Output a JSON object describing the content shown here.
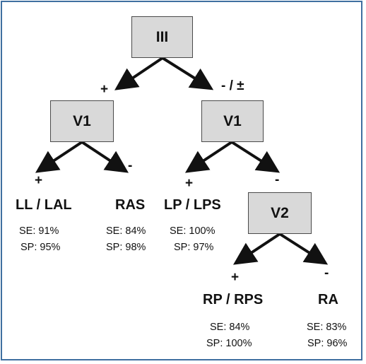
{
  "nodes": {
    "root": "III",
    "left": "V1",
    "right": "V1",
    "right_sub": "V2"
  },
  "signs": {
    "root_left": "+",
    "root_right": "- / ±",
    "v1a_left": "+",
    "v1a_right": "-",
    "v1b_left": "+",
    "v1b_right": "-",
    "v2_left": "+",
    "v2_right": "-"
  },
  "leaves": [
    {
      "label": "LL / LAL",
      "se": "SE: 91%",
      "sp": "SP: 95%"
    },
    {
      "label": "RAS",
      "se": "SE: 84%",
      "sp": "SP: 98%"
    },
    {
      "label": "LP / LPS",
      "se": "SE: 100%",
      "sp": "SP: 97%"
    },
    {
      "label": "RP / RPS",
      "se": "SE: 84%",
      "sp": "SP: 100%"
    },
    {
      "label": "RA",
      "se": "SE: 83%",
      "sp": "SP: 96%"
    }
  ]
}
